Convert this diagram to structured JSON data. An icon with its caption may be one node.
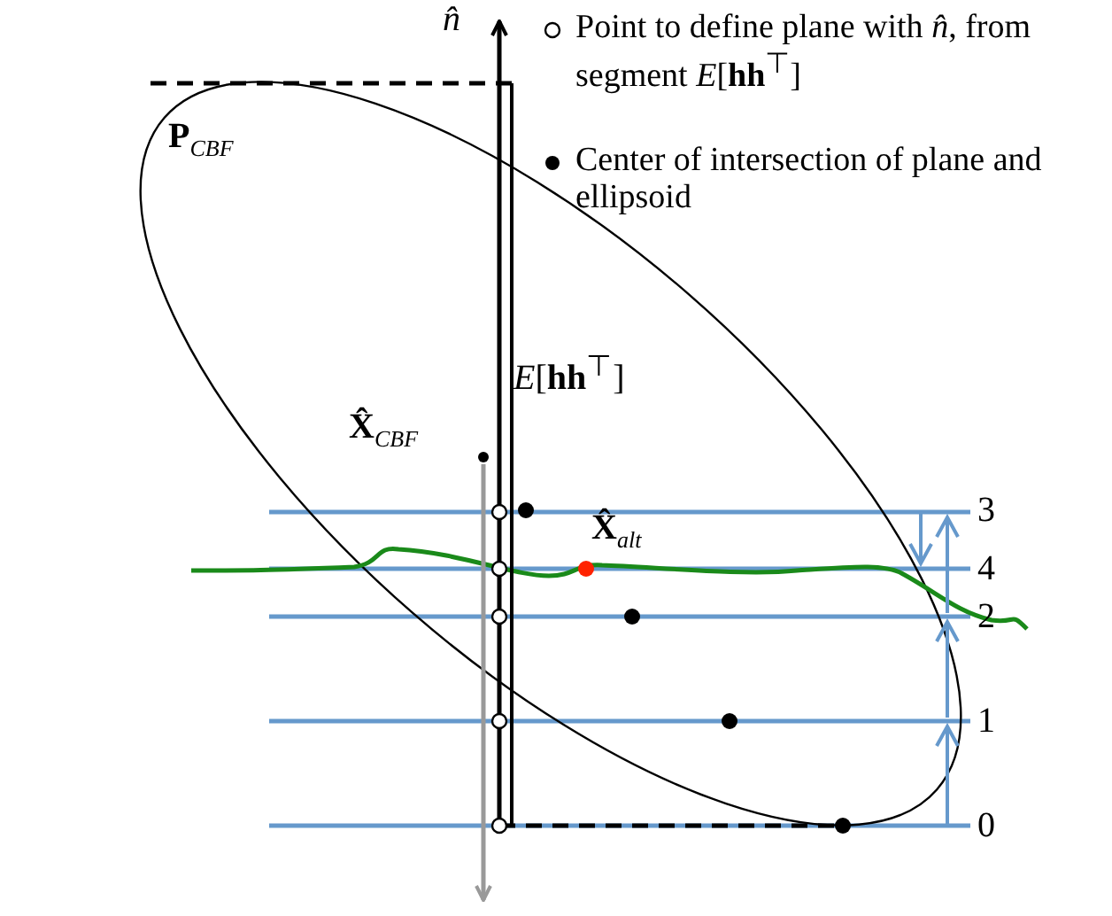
{
  "diagram": {
    "labels": [
      "*n̂*",
      "**P**$_{CBF}$",
      "*E*[**hh**$^{⊤}$]",
      "**X̂**$_{CBF}$",
      "**X̂**$_{alt}$",
      "3",
      "4",
      "2",
      "1",
      "0"
    ],
    "legend": [
      {
        "text": "Point to define plane with *n̂*, from segment *E*[**hh**$^{⊤}$]"
      },
      {
        "text": "Center of intersection of plane and ellipsoid"
      }
    ]
  }
}
